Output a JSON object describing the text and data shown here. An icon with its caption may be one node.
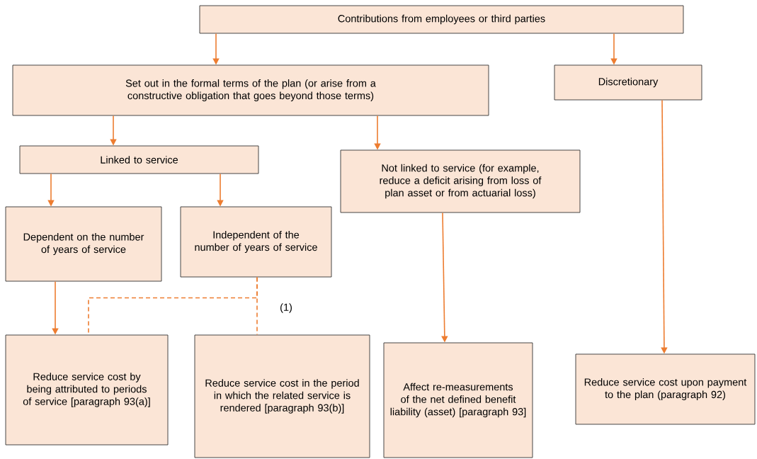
{
  "diagram": {
    "nodes": [
      {
        "text": [
          "Contributions from employees or third parties"
        ]
      },
      {
        "text": [
          "Set out in the formal terms of the plan (or arise from a constructive obligation that goes beyond those terms)"
        ]
      },
      {
        "text": [
          "Discretionary"
        ]
      },
      {
        "text": [
          "Linked to service"
        ]
      },
      {
        "text": [
          "Not linked to service (for example, reduce a deficit arising from loss of plan asset or from actuarial loss)"
        ]
      },
      {
        "text": [
          "Dependent on the number of years of service"
        ]
      },
      {
        "text": [
          "Independent of the number of years of service"
        ]
      },
      {
        "text": [
          "Reduce service cost by being attributed to periods of service [paragraph 93(a)]"
        ]
      },
      {
        "text": [
          "Reduce service cost in the period in which the related service is rendered [paragraph 93(b)]"
        ]
      },
      {
        "text": [
          "Affect re-measurements of the net defined benefit liability (asset) [paragraph 93]"
        ]
      },
      {
        "text": [
          "Reduce service cost upon payment to the plan (paragraph 92)"
        ]
      }
    ],
    "edges": [
      {
        "from": 0,
        "to": 1,
        "arrow": "to"
      },
      {
        "from": 0,
        "to": 2,
        "arrow": "to"
      },
      {
        "from": 1,
        "to": 3,
        "arrow": "to"
      },
      {
        "from": 1,
        "to": 4,
        "arrow": "to"
      },
      {
        "from": 3,
        "to": 5,
        "arrow": "to"
      },
      {
        "from": 3,
        "to": 6,
        "arrow": "to"
      },
      {
        "from": 5,
        "to": 7,
        "arrow": "to"
      },
      {
        "from": 6,
        "to": 7,
        "arrow": "none",
        "style": "dashed"
      },
      {
        "from": 6,
        "to": 8,
        "arrow": "none",
        "style": "dashed"
      },
      {
        "from": 4,
        "to": 9,
        "arrow": "to"
      },
      {
        "from": 2,
        "to": 10,
        "arrow": "to"
      }
    ],
    "labels": [
      "(1)"
    ]
  }
}
